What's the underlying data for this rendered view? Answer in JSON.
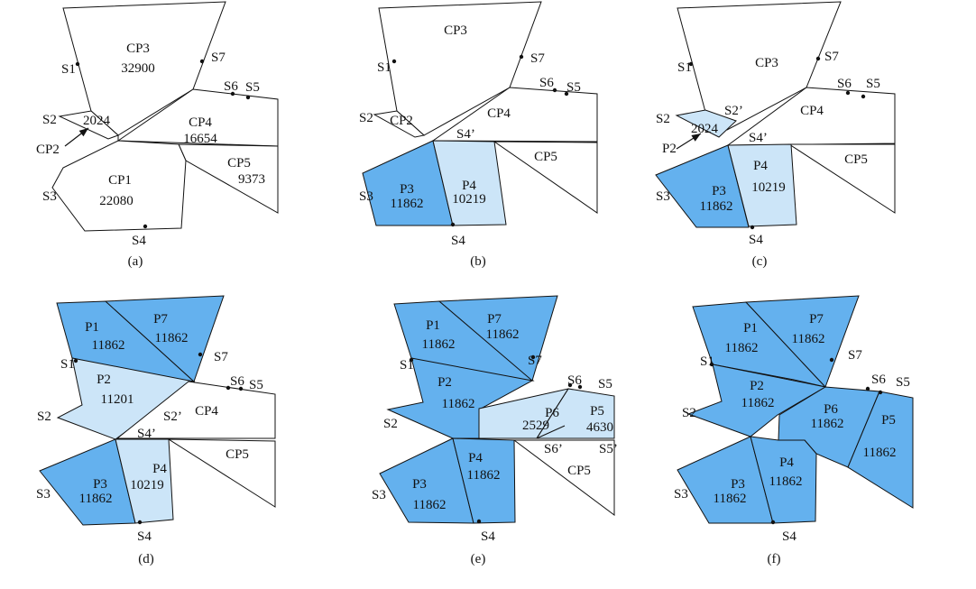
{
  "colors": {
    "white": "#ffffff",
    "dark": "#64b1ee",
    "light": "#cce5f8",
    "stroke": "#111111"
  },
  "panels": [
    {
      "id": "a",
      "caption": "(a)",
      "regions": [
        {
          "name": "CP3",
          "fill": "white",
          "lines": [
            "CP3",
            "32900"
          ]
        },
        {
          "name": "CP2",
          "fill": "white",
          "lines": [
            "2024"
          ]
        },
        {
          "name": "CP4",
          "fill": "white",
          "lines": [
            "CP4",
            "16654"
          ]
        },
        {
          "name": "CP5",
          "fill": "white",
          "lines": [
            "CP5",
            "9373"
          ]
        },
        {
          "name": "CP1",
          "fill": "white",
          "lines": [
            "CP1",
            "22080"
          ]
        }
      ],
      "labels": [
        "S1",
        "S7",
        "S6",
        "S5",
        "S2",
        "CP2",
        "S3",
        "S4"
      ],
      "arrow": true
    },
    {
      "id": "b",
      "caption": "(b)",
      "regions": [
        {
          "name": "CP3",
          "fill": "white",
          "lines": [
            "CP3"
          ]
        },
        {
          "name": "CP2",
          "fill": "white",
          "lines": [
            "CP2"
          ]
        },
        {
          "name": "CP4",
          "fill": "white",
          "lines": [
            "CP4"
          ]
        },
        {
          "name": "CP5",
          "fill": "white",
          "lines": [
            "CP5"
          ]
        },
        {
          "name": "P3",
          "fill": "dark",
          "lines": [
            "P3",
            "11862"
          ]
        },
        {
          "name": "P4",
          "fill": "light",
          "lines": [
            "P4",
            "10219"
          ]
        }
      ],
      "labels": [
        "S1",
        "S7",
        "S6",
        "S5",
        "S2",
        "S4’",
        "S3",
        "S4"
      ]
    },
    {
      "id": "c",
      "caption": "(c)",
      "regions": [
        {
          "name": "CP3",
          "fill": "white",
          "lines": [
            "CP3"
          ]
        },
        {
          "name": "P2",
          "fill": "light",
          "lines": [
            "2024"
          ]
        },
        {
          "name": "CP4",
          "fill": "white",
          "lines": [
            "CP4"
          ]
        },
        {
          "name": "CP5",
          "fill": "white",
          "lines": [
            "CP5"
          ]
        },
        {
          "name": "P3",
          "fill": "dark",
          "lines": [
            "P3",
            "11862"
          ]
        },
        {
          "name": "P4",
          "fill": "light",
          "lines": [
            "P4",
            "10219"
          ]
        }
      ],
      "labels": [
        "S1",
        "S7",
        "S6",
        "S5",
        "S2",
        "S2’",
        "P2",
        "S4’",
        "S3",
        "S4"
      ],
      "arrow": true
    },
    {
      "id": "d",
      "caption": "(d)",
      "regions": [
        {
          "name": "P1",
          "fill": "dark",
          "lines": [
            "P1",
            "11862"
          ]
        },
        {
          "name": "P7",
          "fill": "dark",
          "lines": [
            "P7",
            "11862"
          ]
        },
        {
          "name": "P2",
          "fill": "light",
          "lines": [
            "P2",
            "11201"
          ]
        },
        {
          "name": "CP4",
          "fill": "white",
          "lines": [
            "CP4"
          ]
        },
        {
          "name": "CP5",
          "fill": "white",
          "lines": [
            "CP5"
          ]
        },
        {
          "name": "P3",
          "fill": "dark",
          "lines": [
            "P3",
            "11862"
          ]
        },
        {
          "name": "P4",
          "fill": "light",
          "lines": [
            "P4",
            "10219"
          ]
        }
      ],
      "labels": [
        "S1",
        "S7",
        "S6",
        "S5",
        "S2",
        "S2’",
        "S4’",
        "S3",
        "S4"
      ]
    },
    {
      "id": "e",
      "caption": "(e)",
      "regions": [
        {
          "name": "P1",
          "fill": "dark",
          "lines": [
            "P1",
            "11862"
          ]
        },
        {
          "name": "P7",
          "fill": "dark",
          "lines": [
            "P7",
            "11862"
          ]
        },
        {
          "name": "P2",
          "fill": "dark",
          "lines": [
            "P2",
            "11862"
          ]
        },
        {
          "name": "P6",
          "fill": "light",
          "lines": [
            "P6",
            "2529"
          ]
        },
        {
          "name": "P5",
          "fill": "light",
          "lines": [
            "P5",
            "4630"
          ]
        },
        {
          "name": "CP5",
          "fill": "white",
          "lines": [
            "CP5"
          ]
        },
        {
          "name": "P3",
          "fill": "dark",
          "lines": [
            "P3",
            "11862"
          ]
        },
        {
          "name": "P4",
          "fill": "dark",
          "lines": [
            "P4",
            "11862"
          ]
        }
      ],
      "labels": [
        "S1",
        "S7",
        "S6",
        "S5",
        "S2",
        "S6’",
        "S5’",
        "S3",
        "S4"
      ]
    },
    {
      "id": "f",
      "caption": "(f)",
      "regions": [
        {
          "name": "P1",
          "fill": "dark",
          "lines": [
            "P1",
            "11862"
          ]
        },
        {
          "name": "P7",
          "fill": "dark",
          "lines": [
            "P7",
            "11862"
          ]
        },
        {
          "name": "P2",
          "fill": "dark",
          "lines": [
            "P2",
            "11862"
          ]
        },
        {
          "name": "P6",
          "fill": "dark",
          "lines": [
            "P6",
            "11862"
          ]
        },
        {
          "name": "P5",
          "fill": "dark",
          "lines": [
            "P5",
            "11862"
          ]
        },
        {
          "name": "P3",
          "fill": "dark",
          "lines": [
            "P3",
            "11862"
          ]
        },
        {
          "name": "P4",
          "fill": "dark",
          "lines": [
            "P4",
            "11862"
          ]
        }
      ],
      "labels": [
        "S1",
        "S7",
        "S6",
        "S5",
        "S2",
        "S3",
        "S4"
      ]
    }
  ]
}
